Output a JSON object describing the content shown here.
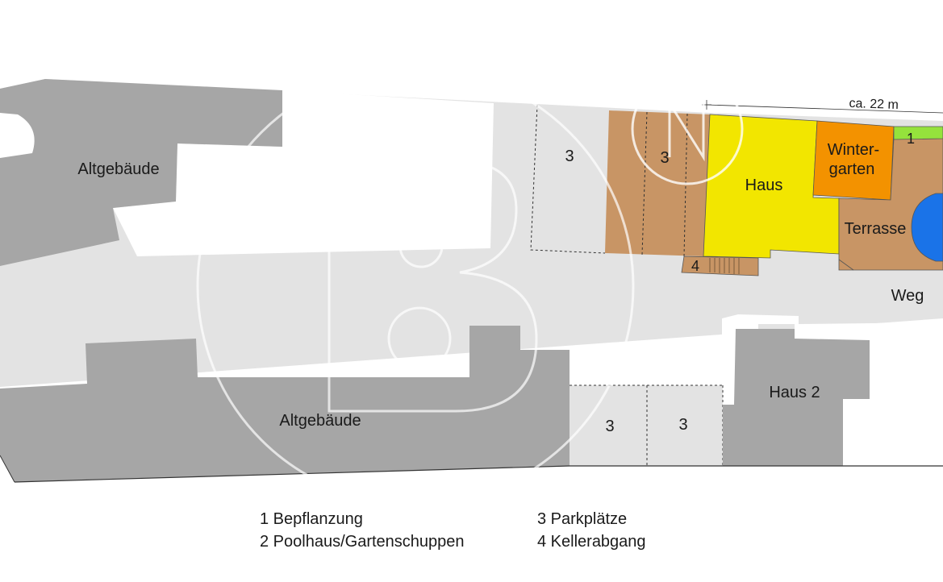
{
  "plan": {
    "labels": {
      "altgebaeude_top": "Altgebäude",
      "altgebaeude_bottom": "Altgebäude",
      "haus": "Haus",
      "wintergarten_line1": "Winter-",
      "wintergarten_line2": "garten",
      "terrasse": "Terrasse",
      "weg": "Weg",
      "haus2": "Haus 2",
      "parking_top_left": "3",
      "parking_top_brown": "3",
      "parking_bottom_left": "3",
      "parking_bottom_right": "3",
      "cellar_marker": "4",
      "planting_marker": "1",
      "dimension": "ca. 22 m"
    },
    "colors": {
      "old_building": "#a6a6a6",
      "yard": "#e3e3e3",
      "house": "#f2e600",
      "wintergarden": "#f39200",
      "terrace_and_parking": "#c89565",
      "planting": "#95e23c",
      "pool": "#1a73e8"
    },
    "watermark_icon": "b3-logo-watermark",
    "north_icon": "north-arrow-icon"
  },
  "legend": {
    "item1": "1 Bepflanzung",
    "item2": "2 Poolhaus/Gartenschuppen",
    "item3": "3 Parkplätze",
    "item4": "4 Kellerabgang"
  }
}
